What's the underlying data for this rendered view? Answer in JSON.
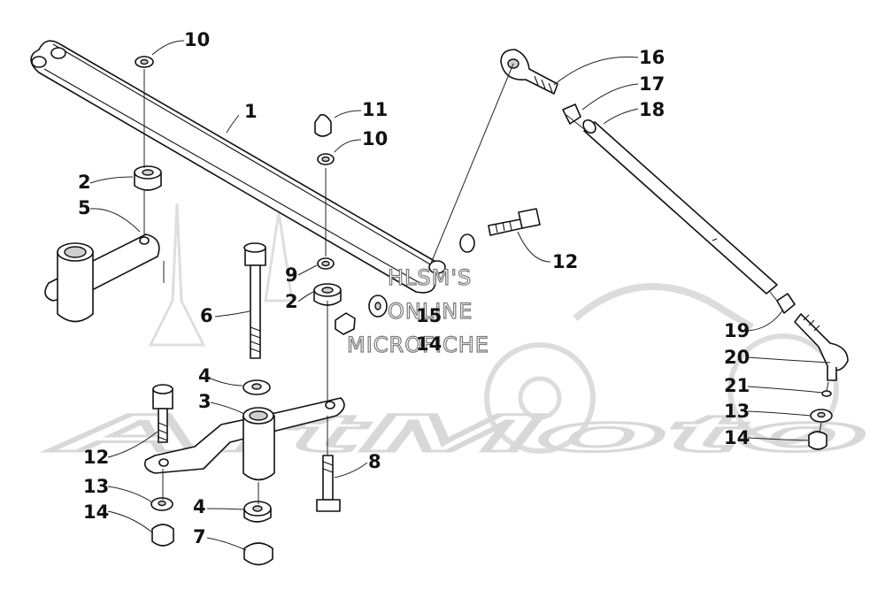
{
  "watermark": {
    "logo_text": "ArtMoto",
    "line1": "HLSM'S",
    "line2": "ONLINE",
    "line3": "MICROFICHE"
  },
  "callouts": {
    "c1": "1",
    "c2a": "2",
    "c2b": "2",
    "c3": "3",
    "c4a": "4",
    "c4b": "4",
    "c5": "5",
    "c6": "6",
    "c7": "7",
    "c8": "8",
    "c9": "9",
    "c10a": "10",
    "c10b": "10",
    "c11": "11",
    "c12a": "12",
    "c12b": "12",
    "c13a": "13",
    "c13b": "13",
    "c14a": "14",
    "c14b": "14",
    "c14c": "14",
    "c15": "15",
    "c16": "16",
    "c17": "17",
    "c18": "18",
    "c19": "19",
    "c20": "20",
    "c21": "21"
  }
}
